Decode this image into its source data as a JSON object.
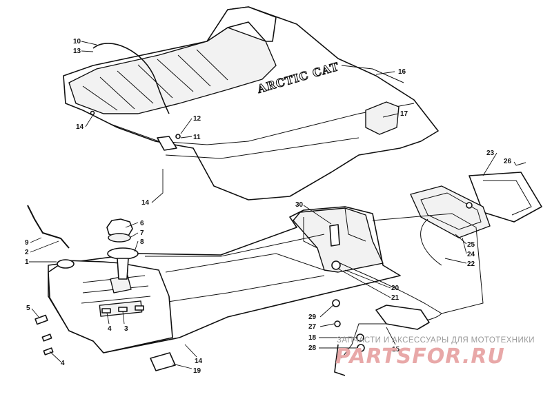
{
  "diagram": {
    "brand_text": "ARCTIC CAT",
    "callouts": [
      "10",
      "13",
      "14",
      "12",
      "11",
      "16",
      "17",
      "14",
      "26",
      "23",
      "6",
      "7",
      "8",
      "9",
      "2",
      "1",
      "30",
      "25",
      "24",
      "22",
      "20",
      "21",
      "5",
      "4",
      "3",
      "29",
      "27",
      "18",
      "28",
      "15",
      "4",
      "14",
      "19"
    ]
  },
  "watermark": {
    "top_text": "ЗАПЧАСТИ И АКСЕССУАРЫ ДЛЯ МОТОТЕХНИКИ",
    "logo_text": "PARTSFOR.RU",
    "logo_color": "#e8a8a8"
  }
}
